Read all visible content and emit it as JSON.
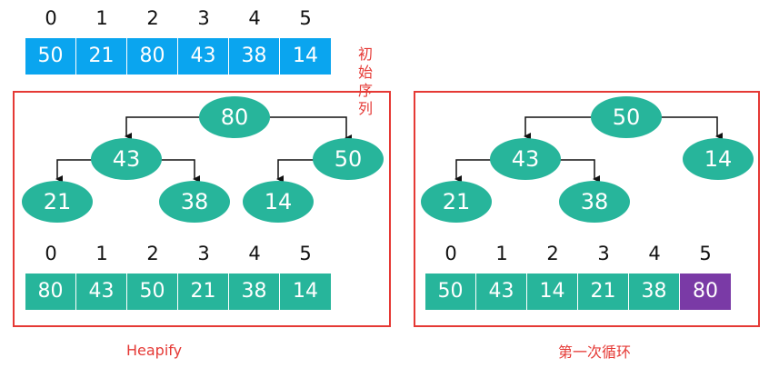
{
  "initial": {
    "indices": [
      "0",
      "1",
      "2",
      "3",
      "4",
      "5"
    ],
    "values": [
      "50",
      "21",
      "80",
      "43",
      "38",
      "14"
    ],
    "label": "初始序列"
  },
  "heapify": {
    "caption": "Heapify",
    "nodes": {
      "root": "80",
      "left": "43",
      "right": "50",
      "left_left": "21",
      "left_right": "38",
      "right_left": "14"
    },
    "indices": [
      "0",
      "1",
      "2",
      "3",
      "4",
      "5"
    ],
    "values": [
      "80",
      "43",
      "50",
      "21",
      "38",
      "14"
    ]
  },
  "first_loop": {
    "caption": "第一次循环",
    "nodes": {
      "root": "50",
      "left": "43",
      "right": "14",
      "left_left": "21",
      "left_right": "38"
    },
    "indices": [
      "0",
      "1",
      "2",
      "3",
      "4",
      "5"
    ],
    "values": [
      "50",
      "43",
      "14",
      "21",
      "38",
      "80"
    ]
  },
  "colors": {
    "initial_cell": "#0aa5ef",
    "node": "#27b59b",
    "sorted_cell": "#7a3aa6",
    "panel_border": "#e53935"
  }
}
